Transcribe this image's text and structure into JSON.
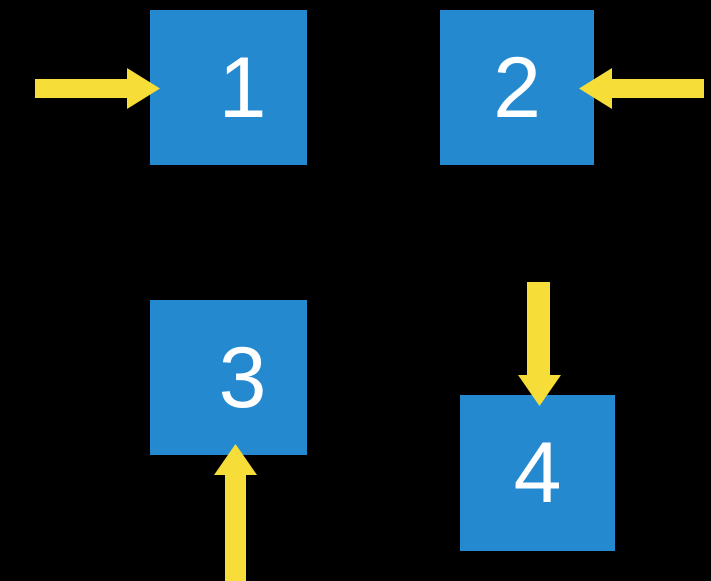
{
  "diagram": {
    "title": "four-box flow diagram",
    "background_color": "#000000",
    "box_color": "#2589d0",
    "arrow_color": "#f7dd38",
    "label_color": "#ffffff",
    "boxes": [
      {
        "id": "box-1",
        "label": "1"
      },
      {
        "id": "box-2",
        "label": "2"
      },
      {
        "id": "box-3",
        "label": "3"
      },
      {
        "id": "box-4",
        "label": "4"
      }
    ],
    "arrows": [
      {
        "id": "arrow-into-1",
        "direction": "right",
        "target": "1"
      },
      {
        "id": "arrow-into-2",
        "direction": "left",
        "target": "2"
      },
      {
        "id": "arrow-into-3",
        "direction": "up",
        "target": "3"
      },
      {
        "id": "arrow-into-4",
        "direction": "down",
        "target": "4"
      }
    ]
  }
}
